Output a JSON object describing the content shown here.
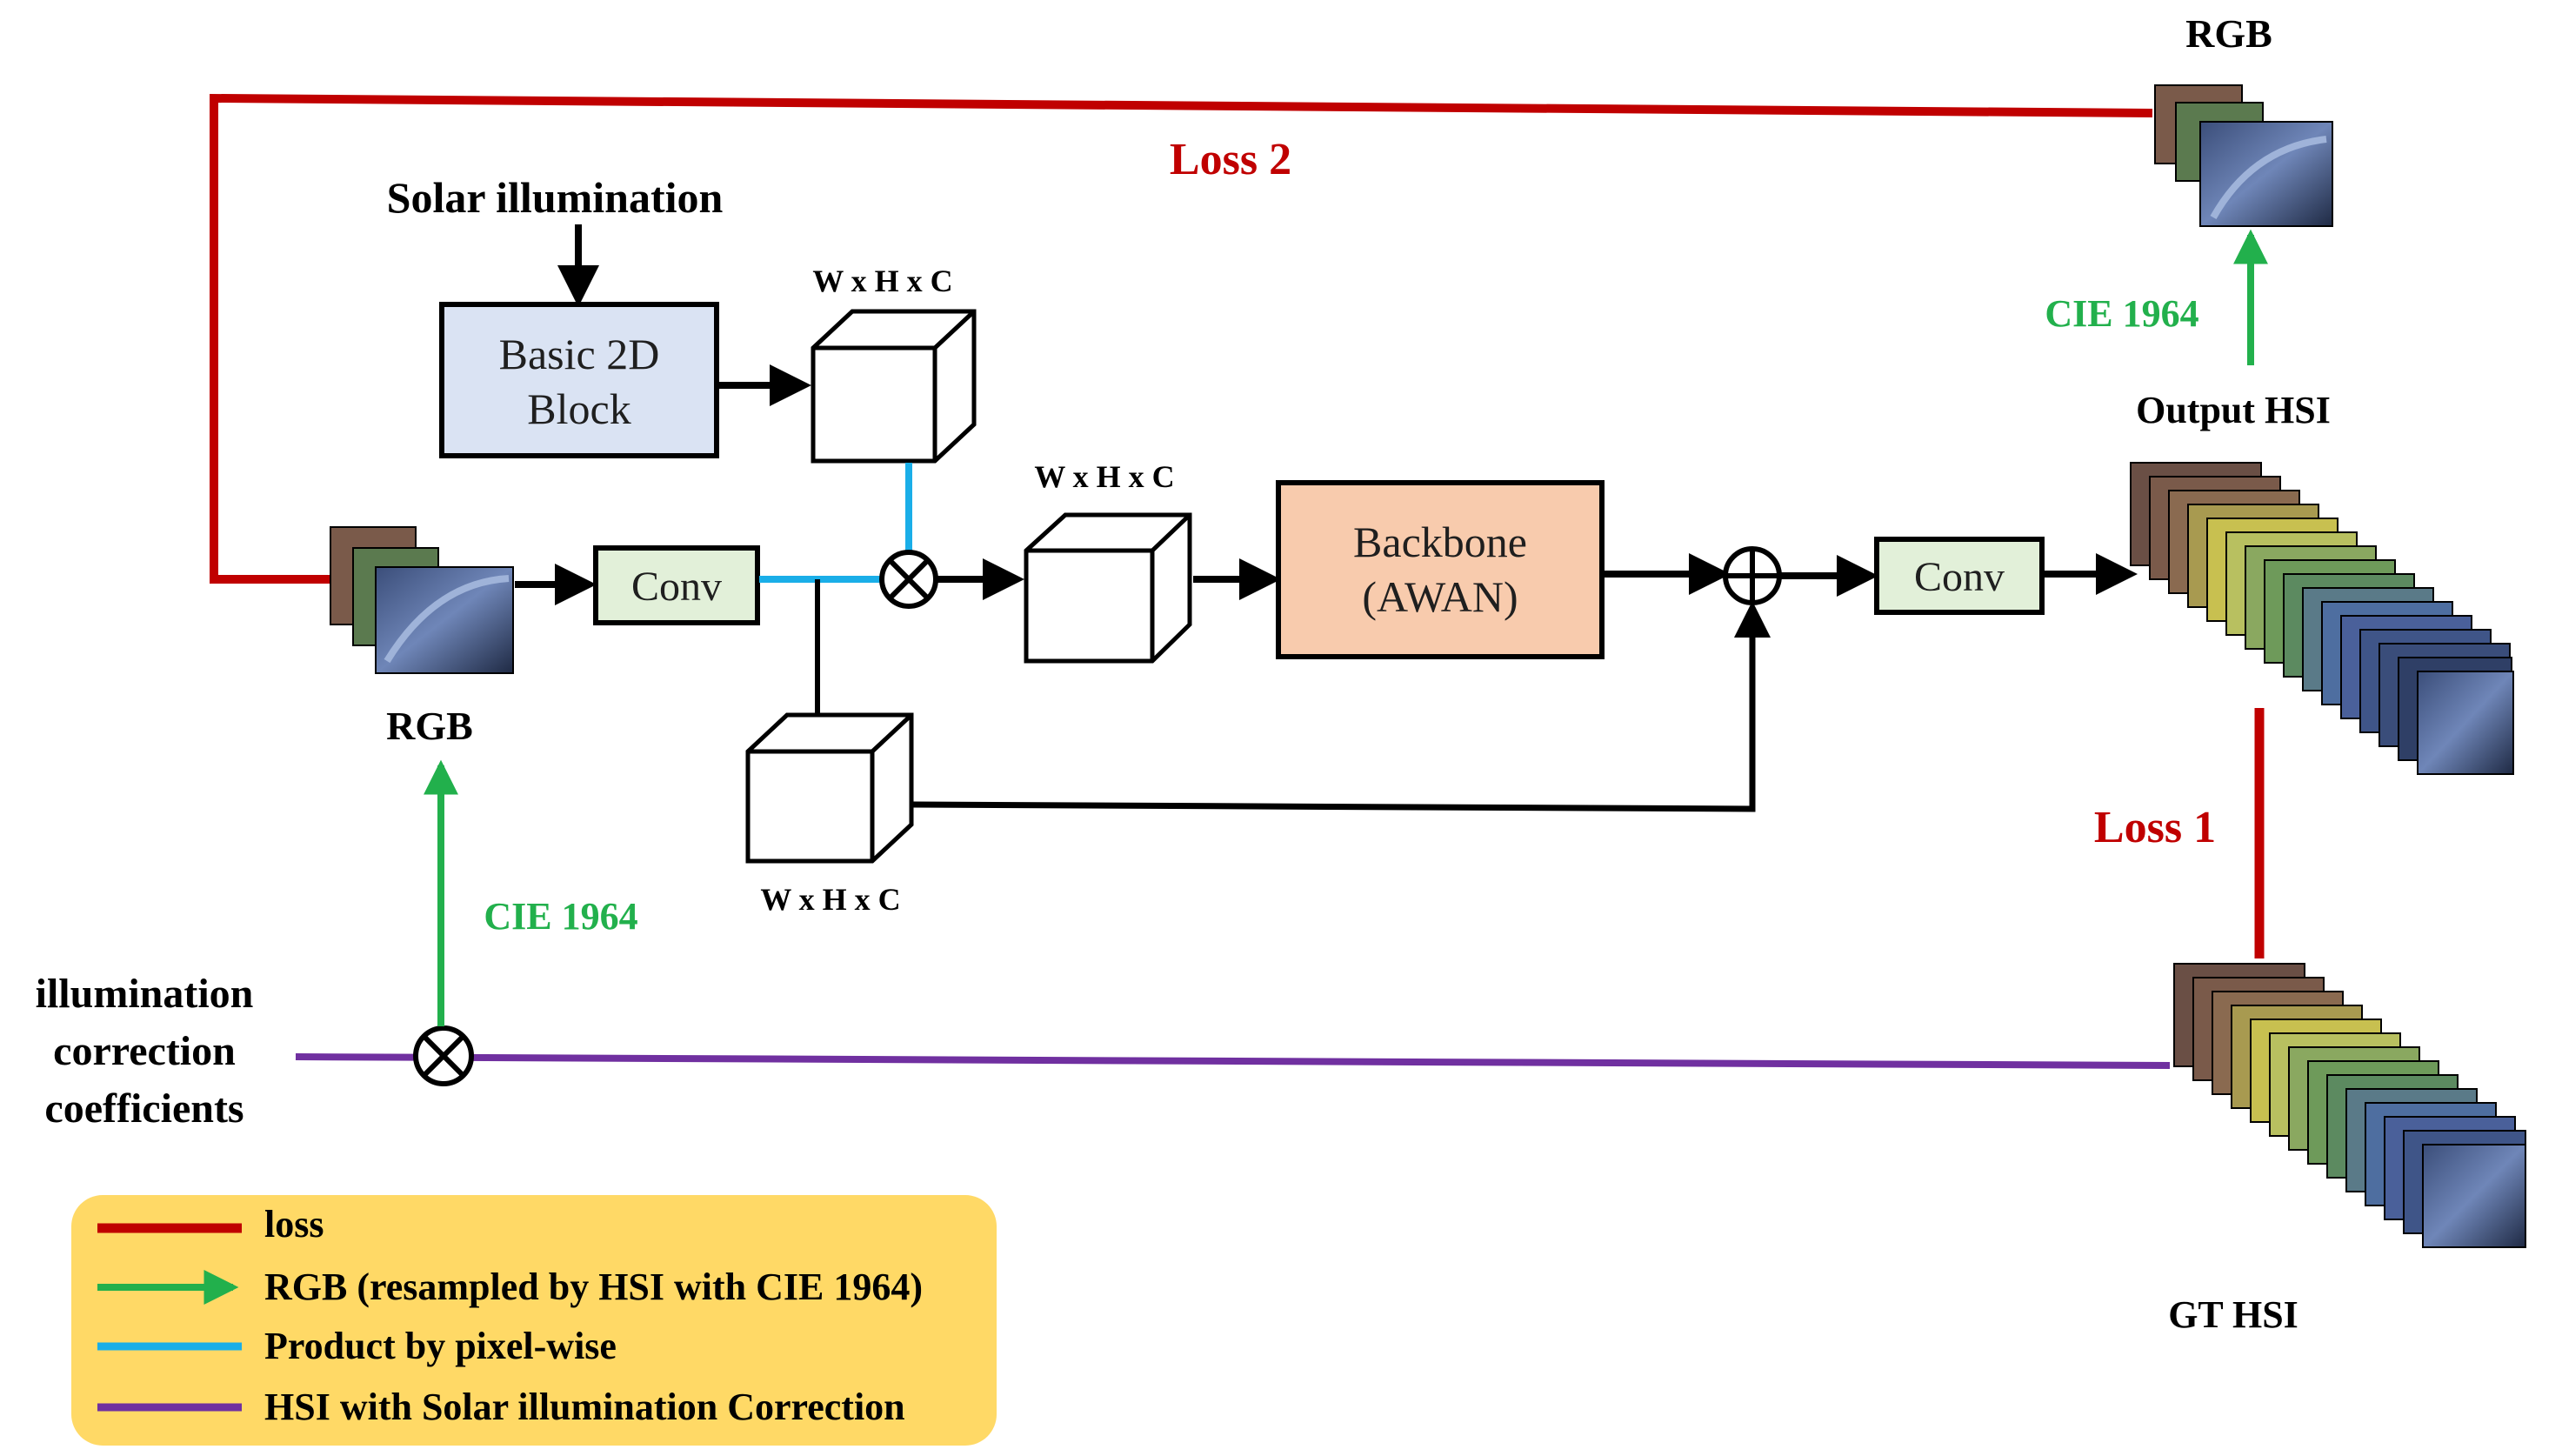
{
  "colors": {
    "loss": "#c00000",
    "rgb_arrow": "#22b04c",
    "pixelwise": "#1aaee8",
    "illum": "#7030a0",
    "black": "#000000",
    "basic_block_fill": "#dae3f3",
    "backbone_fill": "#f8cbad",
    "conv_fill": "#e2f0d9",
    "legend_fill": "#ffd966"
  },
  "labels": {
    "rgb_top": "RGB",
    "rgb_input": "RGB",
    "loss2": "Loss 2",
    "loss1": "Loss 1",
    "solar_illumination": "Solar illumination",
    "cie_top": "CIE 1964",
    "cie_left": "CIE 1964",
    "output_hsi": "Output HSI",
    "gt_hsi": "GT HSI",
    "illum_line1": "illumination",
    "illum_line2": "correction",
    "illum_line3": "coefficients",
    "dim_basic": "W x H x C",
    "dim_mid": "W x H x C",
    "dim_low": "W x H x C"
  },
  "blocks": {
    "basic2d_line1": "Basic 2D",
    "basic2d_line2": "Block",
    "conv_left": "Conv",
    "conv_right": "Conv",
    "backbone_line1": "Backbone",
    "backbone_line2": "(AWAN)"
  },
  "legend": {
    "items": [
      {
        "label": "loss",
        "kind": "line",
        "color": "#c00000"
      },
      {
        "label": "RGB (resampled by HSI with CIE 1964)",
        "kind": "arrow",
        "color": "#22b04c"
      },
      {
        "label": "Product by pixel-wise",
        "kind": "line",
        "color": "#1aaee8"
      },
      {
        "label": "HSI with Solar illumination Correction",
        "kind": "line",
        "color": "#7030a0"
      }
    ]
  },
  "icons": [
    "multiply-circle-icon",
    "plus-circle-icon",
    "image-stack-icon",
    "cube-icon"
  ]
}
